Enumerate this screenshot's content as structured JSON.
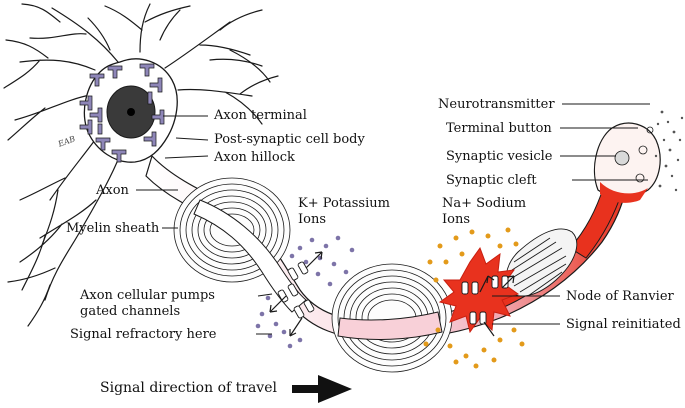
{
  "labels": {
    "axon_terminal": "Axon terminal",
    "post_synaptic": "Post-synaptic cell body",
    "axon_hillock": "Axon hillock",
    "axon": "Axon",
    "myelin_sheath": "Myelin sheath",
    "k_line1": "K+ Potassium",
    "k_line2": "Ions",
    "na_line1": "Na+ Sodium",
    "na_line2": "Ions",
    "pumps_line1": "Axon cellular pumps",
    "pumps_line2": "gated channels",
    "refractory": "Signal refractory here",
    "neurotransmitter": "Neurotransmitter",
    "terminal_button": "Terminal button",
    "synaptic_vesicle": "Synaptic vesicle",
    "synaptic_cleft": "Synaptic cleft",
    "node_ranvier": "Node of Ranvier",
    "reinitiated": "Signal reinitiated",
    "direction": "Signal direction of travel",
    "signature": "EAB"
  },
  "colors": {
    "ink": "#1a1a1a",
    "nucleus": "#3a3a3a",
    "receptor": "#8e86b8",
    "potassium_dot": "#7d74a8",
    "sodium_dot": "#e39a1a",
    "signal_red": "#e8321e",
    "signal_dark": "#c81f10",
    "axon_pink": "#f2b8c4"
  }
}
